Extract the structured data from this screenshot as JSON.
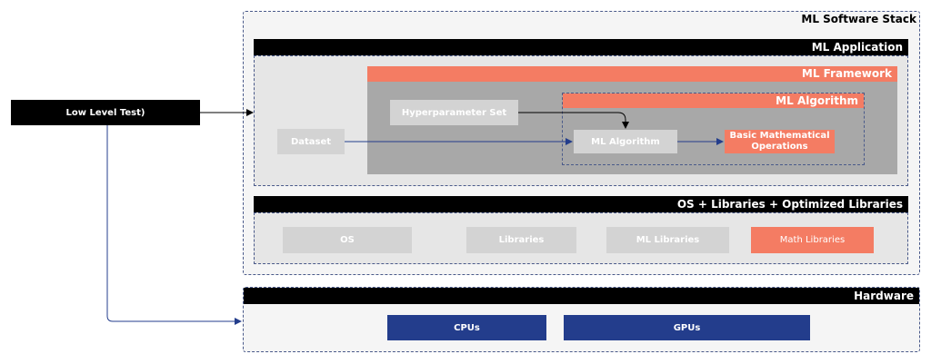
{
  "stack": {
    "title": "ML Software Stack"
  },
  "application": {
    "title": "ML Application",
    "dataset": "Dataset"
  },
  "framework": {
    "title": "ML Framework",
    "hyperparameter": "Hyperparameter Set"
  },
  "algorithm": {
    "title": "ML Algorithm",
    "node": "ML Algorithm",
    "basic_ops": "Basic Mathematical Operations"
  },
  "os_layer": {
    "title": "OS + Libraries + Optimized Libraries",
    "items": [
      "OS",
      "Libraries",
      "ML Libraries",
      "Math Libraries"
    ]
  },
  "hardware": {
    "title": "Hardware",
    "cpus": "CPUs",
    "gpus": "GPUs"
  },
  "test": {
    "label": "Low Level Test)"
  },
  "colors": {
    "accent": "#f47c63",
    "navy": "#233d8c",
    "border": "#4a5a8a"
  }
}
